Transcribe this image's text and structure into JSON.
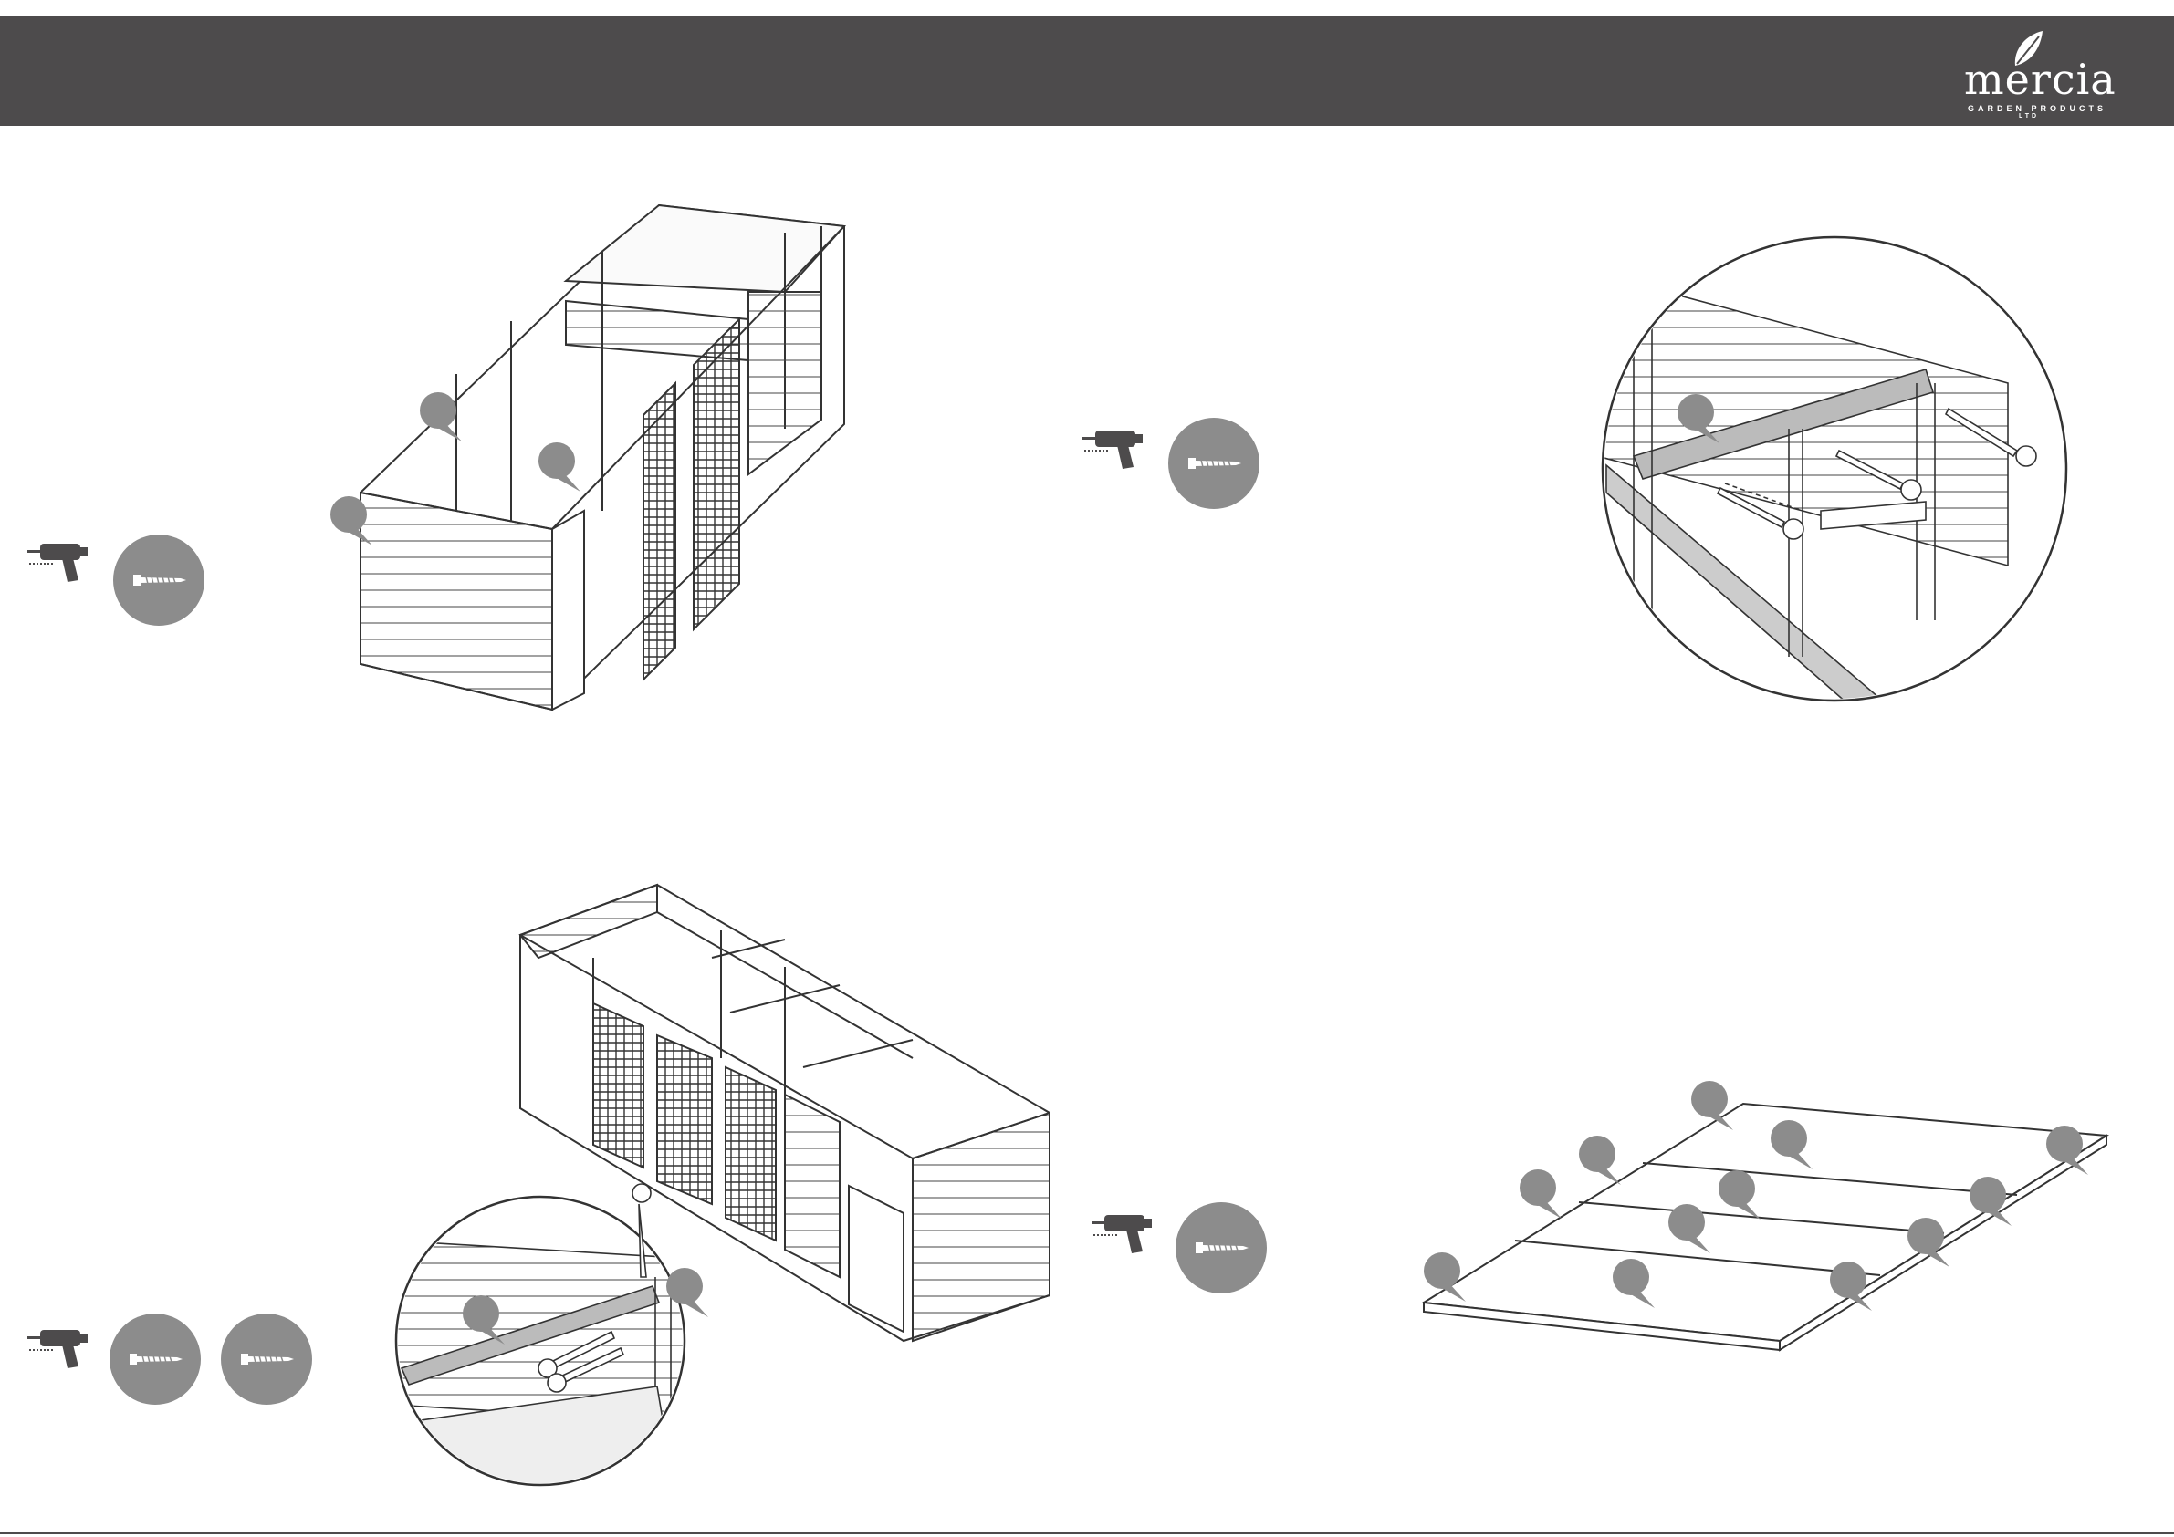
{
  "header": {
    "brand": "mercia",
    "tagline": "GARDEN PRODUCTS",
    "suffix": "LTD",
    "color": "#4d4b4c"
  },
  "icons": {
    "drill": "drill-icon",
    "screw": "screw-icon",
    "callout": "callout-marker"
  },
  "steps": [
    {
      "name": "step-top-left",
      "tools": [
        "drill-icon",
        "screw-icon"
      ]
    },
    {
      "name": "step-top-right",
      "tools": [
        "drill-icon",
        "screw-icon"
      ]
    },
    {
      "name": "step-bottom-left",
      "tools": [
        "drill-icon",
        "screw-icon",
        "screw-icon"
      ]
    },
    {
      "name": "step-bottom-right",
      "tools": [
        "drill-icon",
        "screw-icon"
      ]
    }
  ]
}
